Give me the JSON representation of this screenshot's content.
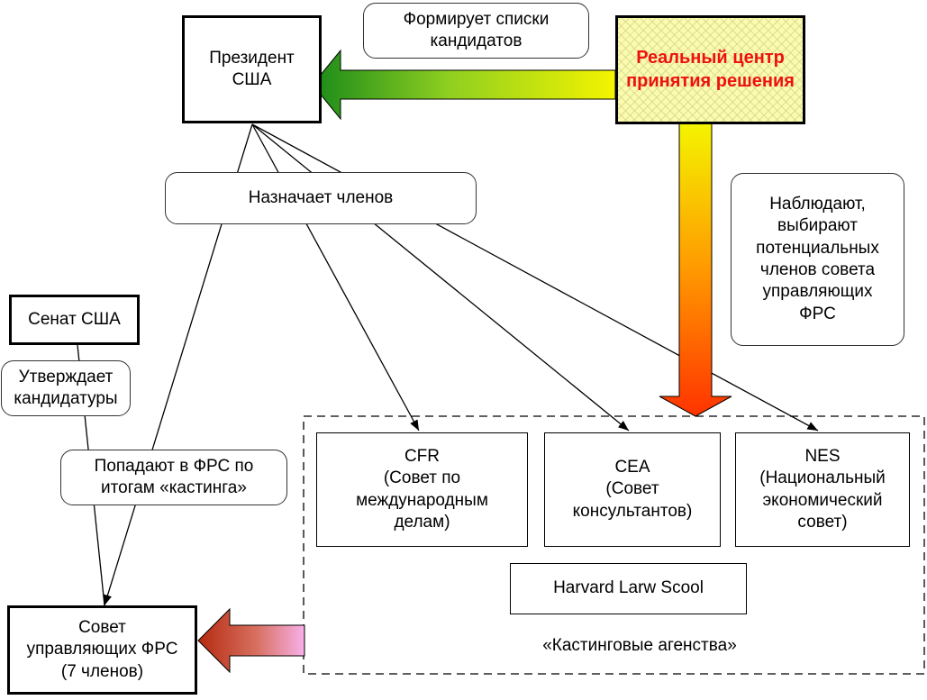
{
  "nodes": {
    "president": "Президент\nСША",
    "real_center": "Реальный центр\nпринятия решения",
    "forms_lists": "Формирует списки\nкандидатов",
    "appoints": "Назначает членов",
    "observe": "Наблюдают,\nвыбирают\nпотенциальных\nчленов совета\nуправляющих\nФРС",
    "senate": "Сенат США",
    "approves": "Утверждает\nкандидатуры",
    "casting_result": "Попадают в ФРС по\nитогам «кастинга»",
    "cfr": "CFR\n(Совет по\nмеждународным\nделам)",
    "cea": "CEA\n(Совет\nконсультантов)",
    "nes": "NES\n(Национальный\nэкономический\nсовет)",
    "harvard": "Harvard Larw Scool",
    "casting_agencies": "«Кастинговые агенства»",
    "fed_board": "Совет\nуправляющих ФРС\n(7 членов)"
  },
  "colors": {
    "real_center_text": "#ee1111",
    "green_arrow_tip": "#1a8a1a",
    "yellow_arrow_base": "#f4f400",
    "orange_arrow_tip": "#ff3300",
    "red_arrow_tip": "#b52a10",
    "pink_arrow_base": "#f8b0e8"
  }
}
